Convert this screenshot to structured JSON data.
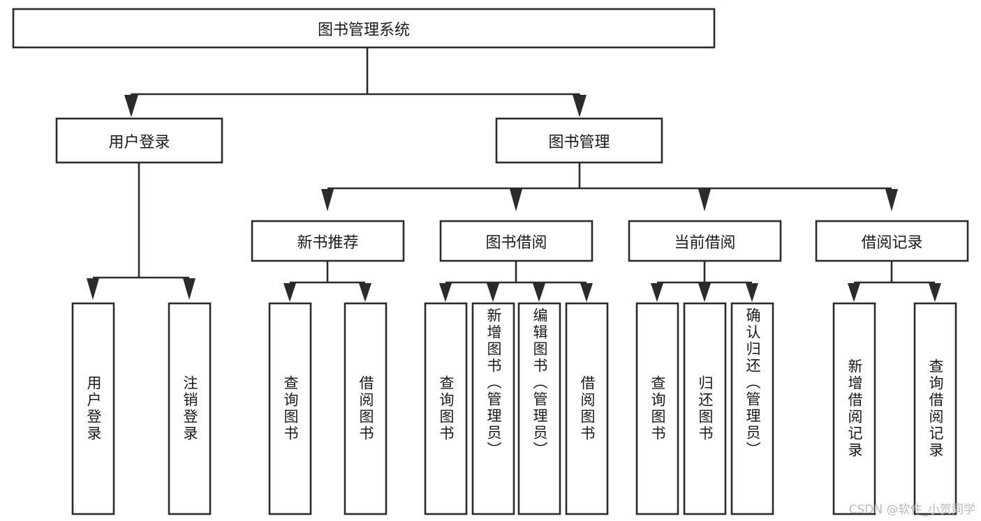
{
  "diagram": {
    "title": "图书管理系统",
    "type": "hierarchy-tree",
    "watermark": "CSDN @软件_小贺同学",
    "colors": {
      "box_stroke": "#2b2b2b",
      "box_fill": "#ffffff",
      "connector": "#2b2b2b",
      "text": "#1a1a1a",
      "watermark": "#b9b9b9",
      "background": "#ffffff"
    },
    "levels": {
      "level1": [
        {
          "id": "root",
          "label": "图书管理系统",
          "orientation": "horizontal"
        }
      ],
      "level2": [
        {
          "id": "user-login",
          "label": "用户登录",
          "orientation": "horizontal"
        },
        {
          "id": "book-manage",
          "label": "图书管理",
          "orientation": "horizontal"
        }
      ],
      "level3": [
        {
          "id": "new-book-recommend",
          "label": "新书推荐",
          "orientation": "horizontal"
        },
        {
          "id": "book-borrow",
          "label": "图书借阅",
          "orientation": "horizontal"
        },
        {
          "id": "current-borrow",
          "label": "当前借阅",
          "orientation": "horizontal"
        },
        {
          "id": "borrow-record",
          "label": "借阅记录",
          "orientation": "horizontal"
        }
      ],
      "level4": [
        {
          "id": "leaf-user-login",
          "label": "用户登录",
          "orientation": "vertical",
          "parent": "user-login"
        },
        {
          "id": "leaf-logout-login",
          "label": "注销登录",
          "orientation": "vertical",
          "parent": "user-login"
        },
        {
          "id": "leaf-query-book-1",
          "label": "查询图书",
          "orientation": "vertical",
          "parent": "new-book-recommend"
        },
        {
          "id": "leaf-borrow-book-1",
          "label": "借阅图书",
          "orientation": "vertical",
          "parent": "new-book-recommend"
        },
        {
          "id": "leaf-query-book-2",
          "label": "查询图书",
          "orientation": "vertical",
          "parent": "book-borrow"
        },
        {
          "id": "leaf-add-book",
          "label": "新增图书（管理员）",
          "orientation": "vertical",
          "parent": "book-borrow"
        },
        {
          "id": "leaf-edit-book",
          "label": "编辑图书（管理员）",
          "orientation": "vertical",
          "parent": "book-borrow"
        },
        {
          "id": "leaf-borrow-book-2",
          "label": "借阅图书",
          "orientation": "vertical",
          "parent": "book-borrow"
        },
        {
          "id": "leaf-query-book-3",
          "label": "查询图书",
          "orientation": "vertical",
          "parent": "current-borrow"
        },
        {
          "id": "leaf-return-book",
          "label": "归还图书",
          "orientation": "vertical",
          "parent": "current-borrow"
        },
        {
          "id": "leaf-confirm-return",
          "label": "确认归还（管理员）",
          "orientation": "vertical",
          "parent": "current-borrow"
        },
        {
          "id": "leaf-add-record",
          "label": "新增借阅记录",
          "orientation": "vertical",
          "parent": "borrow-record"
        },
        {
          "id": "leaf-query-record",
          "label": "查询借阅记录",
          "orientation": "vertical",
          "parent": "borrow-record"
        }
      ]
    }
  }
}
